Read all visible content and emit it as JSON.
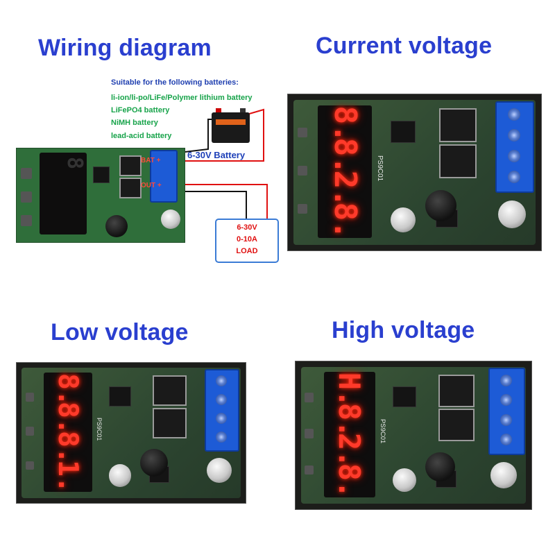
{
  "titles": {
    "wiring": "Wiring diagram",
    "current": "Current voltage",
    "low": "Low voltage",
    "high": "High voltage"
  },
  "batteries": {
    "heading": "Suitable for the following batteries:",
    "items": [
      "li-ion/li-po/LiFe/Polymer lithium battery",
      "LiFePO4 battery",
      "NiMH battery",
      "lead-acid battery"
    ]
  },
  "battery_label": "6-30V Battery",
  "load": {
    "line1": "6-30V",
    "line2": "0-10A",
    "line3": "LOAD"
  },
  "terminals": {
    "bat": "BAT",
    "out": "OUT",
    "plus": "+",
    "minus": "-"
  },
  "silkscreen": "PS9C01",
  "displays": {
    "current": [
      "8.",
      "8.",
      "2.",
      "8."
    ],
    "low": [
      "8.",
      "8.",
      "8.",
      "1."
    ],
    "high": [
      "H.",
      "8.",
      "2.",
      "8."
    ]
  },
  "colors": {
    "title": "#2a3fcf",
    "battery_list": "#17a34a",
    "digit": "#ff3a2a",
    "wire_red": "#e01010",
    "wire_black": "#111111",
    "load_box": "#3a7bd5"
  }
}
